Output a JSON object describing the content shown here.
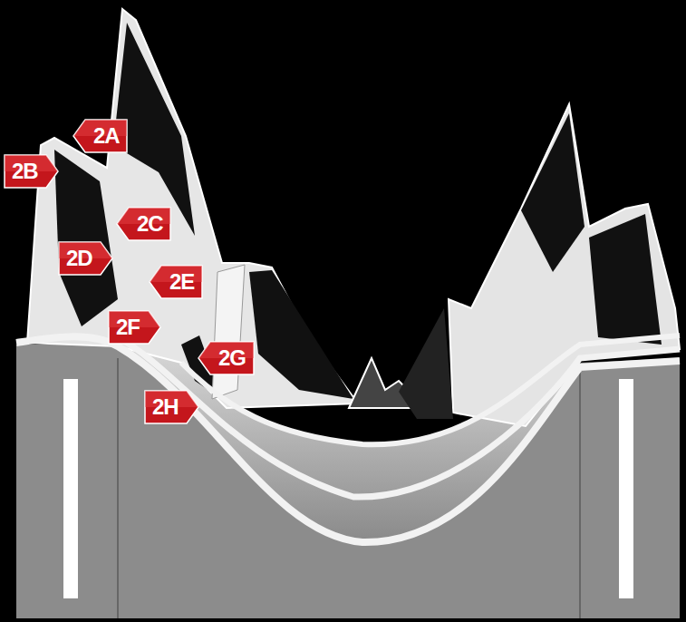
{
  "diagram": {
    "labels": [
      "2A",
      "2B",
      "2C",
      "2D",
      "2E",
      "2F",
      "2G",
      "2H"
    ]
  }
}
